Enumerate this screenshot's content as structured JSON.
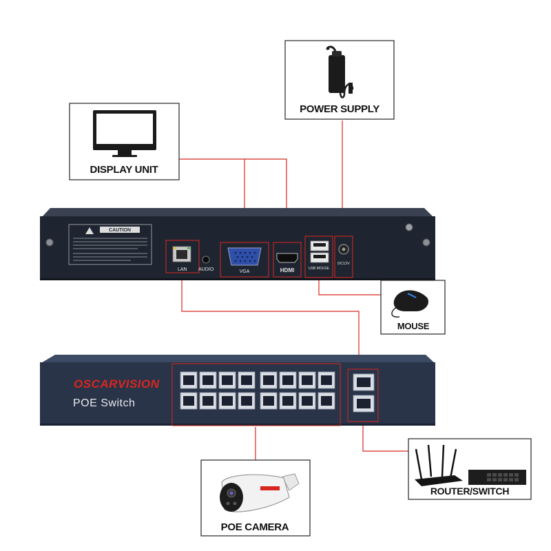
{
  "labels": {
    "power_supply": "POWER SUPPLY",
    "display_unit": "DISPLAY UNIT",
    "mouse": "MOUSE",
    "poe_camera": "POE CAMERA",
    "router_switch": "ROUTER/SWITCH"
  },
  "nvr": {
    "port_lan": "LAN",
    "port_audio": "AUDIO",
    "port_vga": "VGA",
    "port_hdmi": "HDMI",
    "port_usb": "USB MOUSE",
    "port_dc": "DC12V",
    "caution": "CAUTION"
  },
  "switch": {
    "brand": "OSCARVISION",
    "model": "POE Switch",
    "poe_port_count": 16,
    "uplink_port_count": 2
  },
  "colors": {
    "connector_line": "#d8261f",
    "nvr_body": "#1f2530",
    "switch_body": "#2a3448",
    "box_border": "#222222"
  }
}
